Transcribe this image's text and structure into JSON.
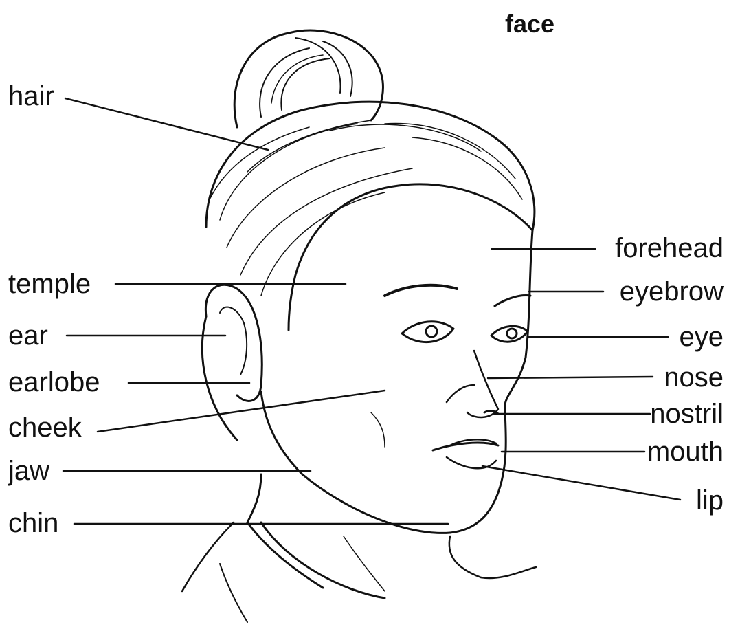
{
  "title": "face",
  "labels": {
    "hair": "hair",
    "temple": "temple",
    "ear": "ear",
    "earlobe": "earlobe",
    "cheek": "cheek",
    "jaw": "jaw",
    "chin": "chin",
    "forehead": "forehead",
    "eyebrow": "eyebrow",
    "eye": "eye",
    "nose": "nose",
    "nostril": "nostril",
    "mouth": "mouth",
    "lip": "lip"
  },
  "colors": {
    "ink": "#111111",
    "background": "#ffffff"
  }
}
